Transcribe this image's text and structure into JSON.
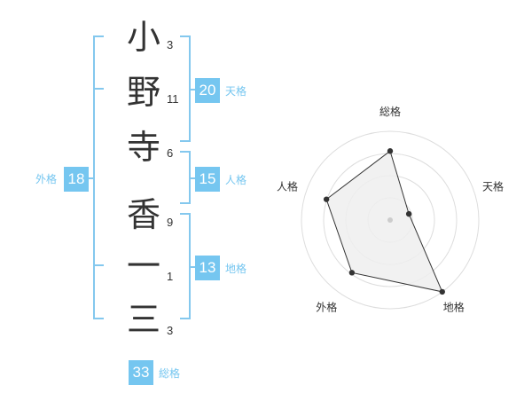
{
  "name": {
    "chars": [
      {
        "char": "小",
        "strokes": "3"
      },
      {
        "char": "野",
        "strokes": "11"
      },
      {
        "char": "寺",
        "strokes": "6"
      },
      {
        "char": "香",
        "strokes": "9"
      },
      {
        "char": "一",
        "strokes": "1"
      },
      {
        "char": "三",
        "strokes": "3"
      }
    ]
  },
  "fortune": {
    "tenkaku": {
      "value": "20",
      "label": "天格"
    },
    "jinkaku": {
      "value": "15",
      "label": "人格"
    },
    "chikaku": {
      "value": "13",
      "label": "地格"
    },
    "gaikaku": {
      "value": "18",
      "label": "外格"
    },
    "soukaku": {
      "value": "33",
      "label": "総格"
    }
  },
  "chart_data": {
    "type": "radar",
    "axes": [
      "総格",
      "天格",
      "地格",
      "外格",
      "人格"
    ],
    "values": [
      3.5,
      1.0,
      4.5,
      3.3,
      3.4
    ],
    "max": 4.5,
    "rings": 4,
    "colors": {
      "fill": "#eeeeee",
      "line": "#333333",
      "grid": "#dddddd"
    }
  }
}
